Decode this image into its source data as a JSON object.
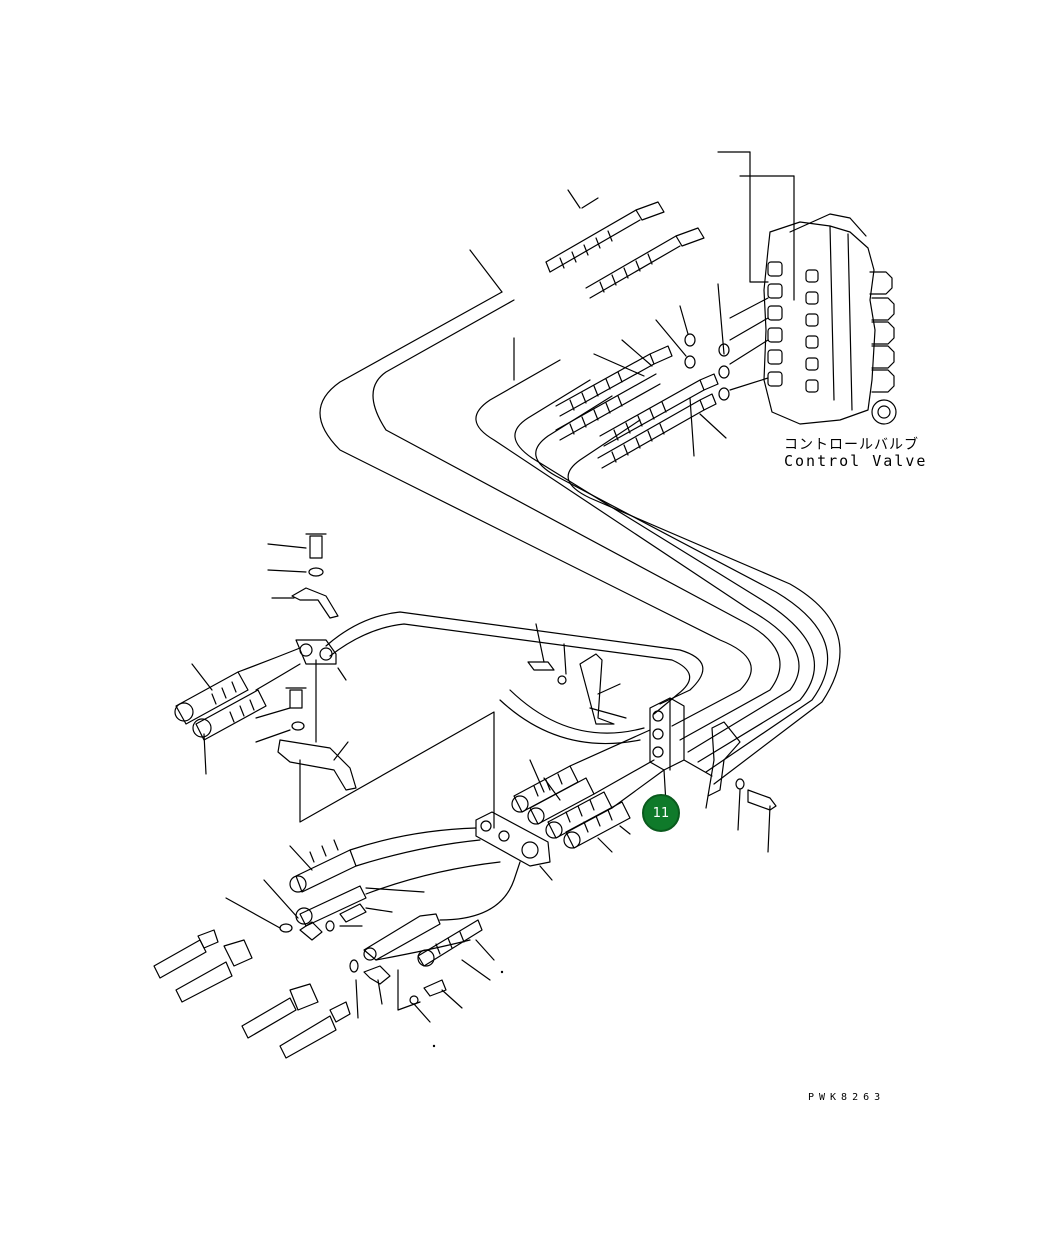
{
  "diagram": {
    "label_jp": "コントロールバルブ",
    "label_en": "Control Valve",
    "drawing_code": "PWK8263",
    "callout_number": "11",
    "callout_color": "#0f7a2a"
  }
}
